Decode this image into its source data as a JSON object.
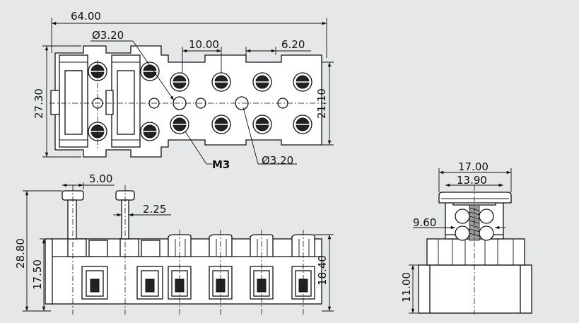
{
  "colors": {
    "background": "#e6e7e8",
    "line": "#111111",
    "fill": "#ffffff"
  },
  "top_view": {
    "dim_overall_width": "64.00",
    "dim_hole_diameter_top": "Ø3.20",
    "dim_pitch": "10.00",
    "dim_terminal_width": "6.20",
    "dim_height_left": "27.30",
    "dim_height_right": "21.10",
    "label_screw": "M3",
    "dim_hole_diameter_bottom": "Ø3.20"
  },
  "front_view": {
    "dim_screw_head": "5.00",
    "dim_screw_shank": "2.25",
    "dim_total_height": "28.80",
    "dim_body_height_left": "17.50",
    "dim_body_height_right": "18.40"
  },
  "side_view": {
    "dim_cap_width": "17.00",
    "dim_cap_inner_width": "13.90",
    "dim_upper_height": "9.60",
    "dim_base_height": "11.00"
  }
}
